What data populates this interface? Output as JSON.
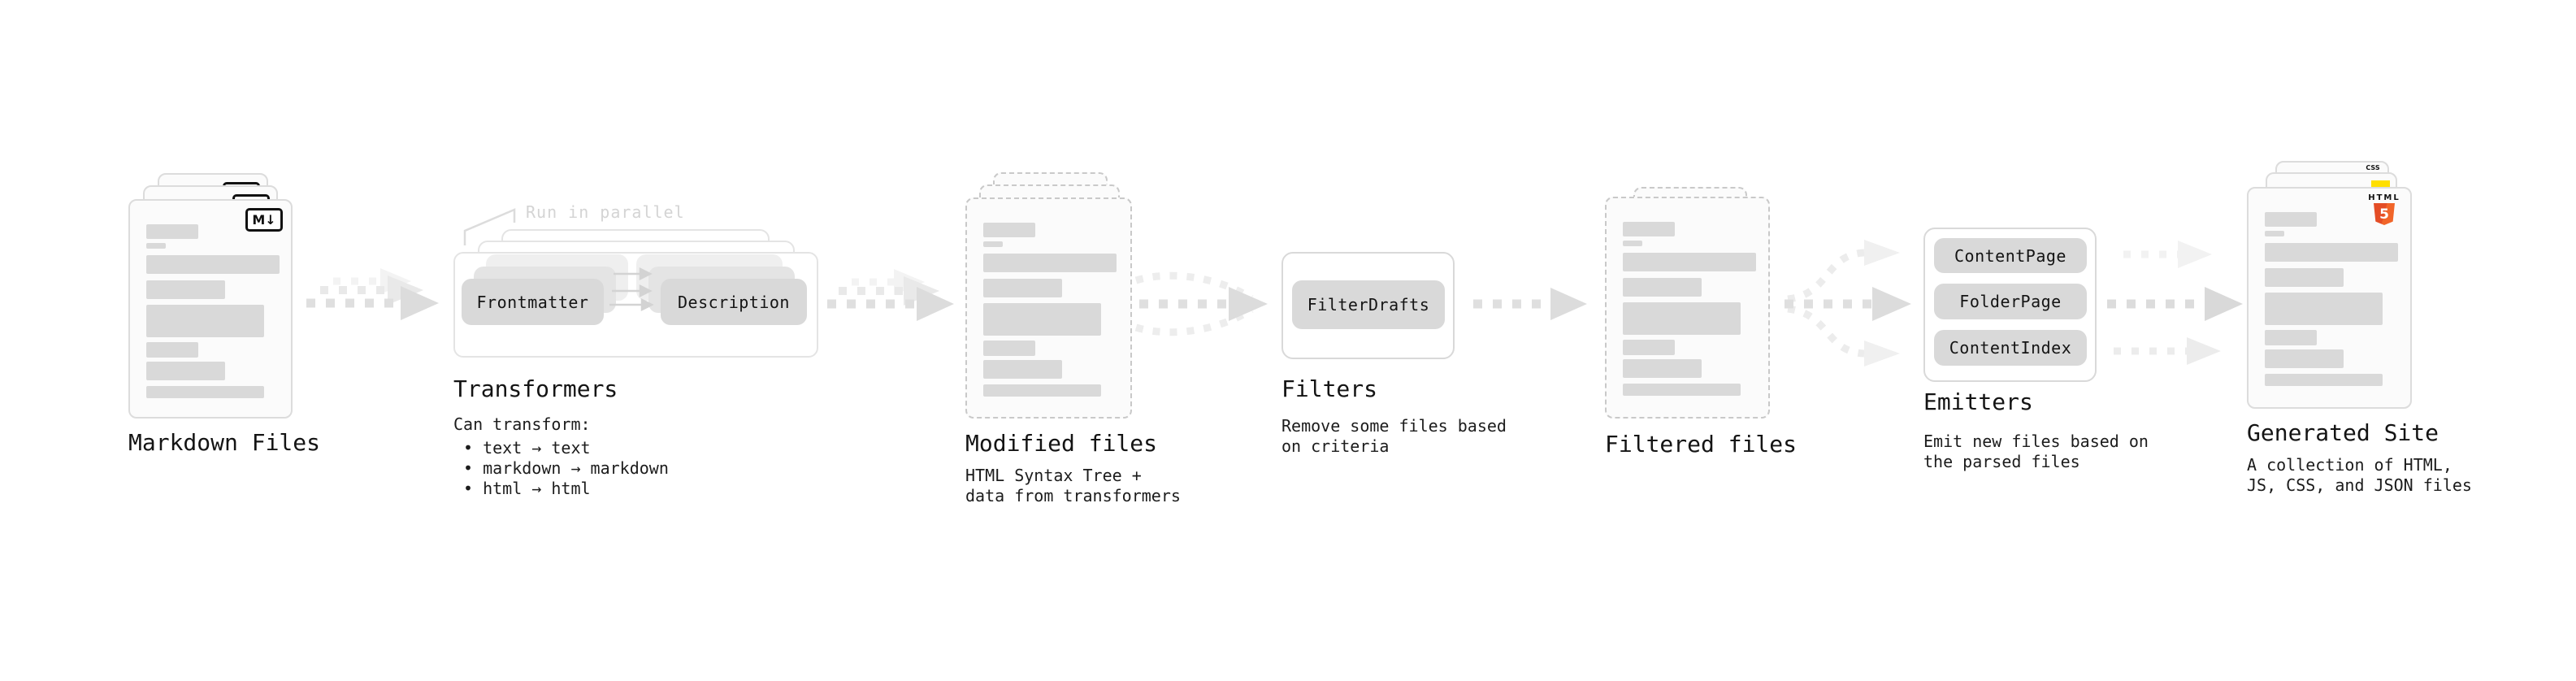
{
  "pipeline": {
    "markdown": {
      "label": "Markdown Files",
      "badge": "M↓"
    },
    "transformers": {
      "label": "Transformers",
      "annotation": "Run in parallel",
      "transformer1": "Frontmatter",
      "transformer2": "Description",
      "description_heading": "Can transform:",
      "bullets": [
        "• text → text",
        "• markdown → markdown",
        "• html → html"
      ]
    },
    "modified": {
      "label": "Modified files",
      "description": "HTML Syntax Tree +\ndata from transformers"
    },
    "filters": {
      "label": "Filters",
      "filter1": "FilterDrafts",
      "description": "Remove some files based\non criteria"
    },
    "filtered": {
      "label": "Filtered files"
    },
    "emitters": {
      "label": "Emitters",
      "emitter1": "ContentPage",
      "emitter2": "FolderPage",
      "emitter3": "ContentIndex",
      "description": "Emit new files based on\nthe parsed files"
    },
    "generated": {
      "label": "Generated Site",
      "description": "A collection of HTML,\nJS, CSS, and JSON files",
      "html_badge_text": "HTML",
      "html_badge_number": "5",
      "css_badge_text": "CSS"
    },
    "colors": {
      "doc_bar_gray": "#d9d9d9",
      "button_gray": "#d9d9d9",
      "html5_orange": "#e44d26",
      "js_yellow": "#ffdf00",
      "css_blue": "#2962ff",
      "annotation_gray": "#d4d4d4"
    }
  }
}
